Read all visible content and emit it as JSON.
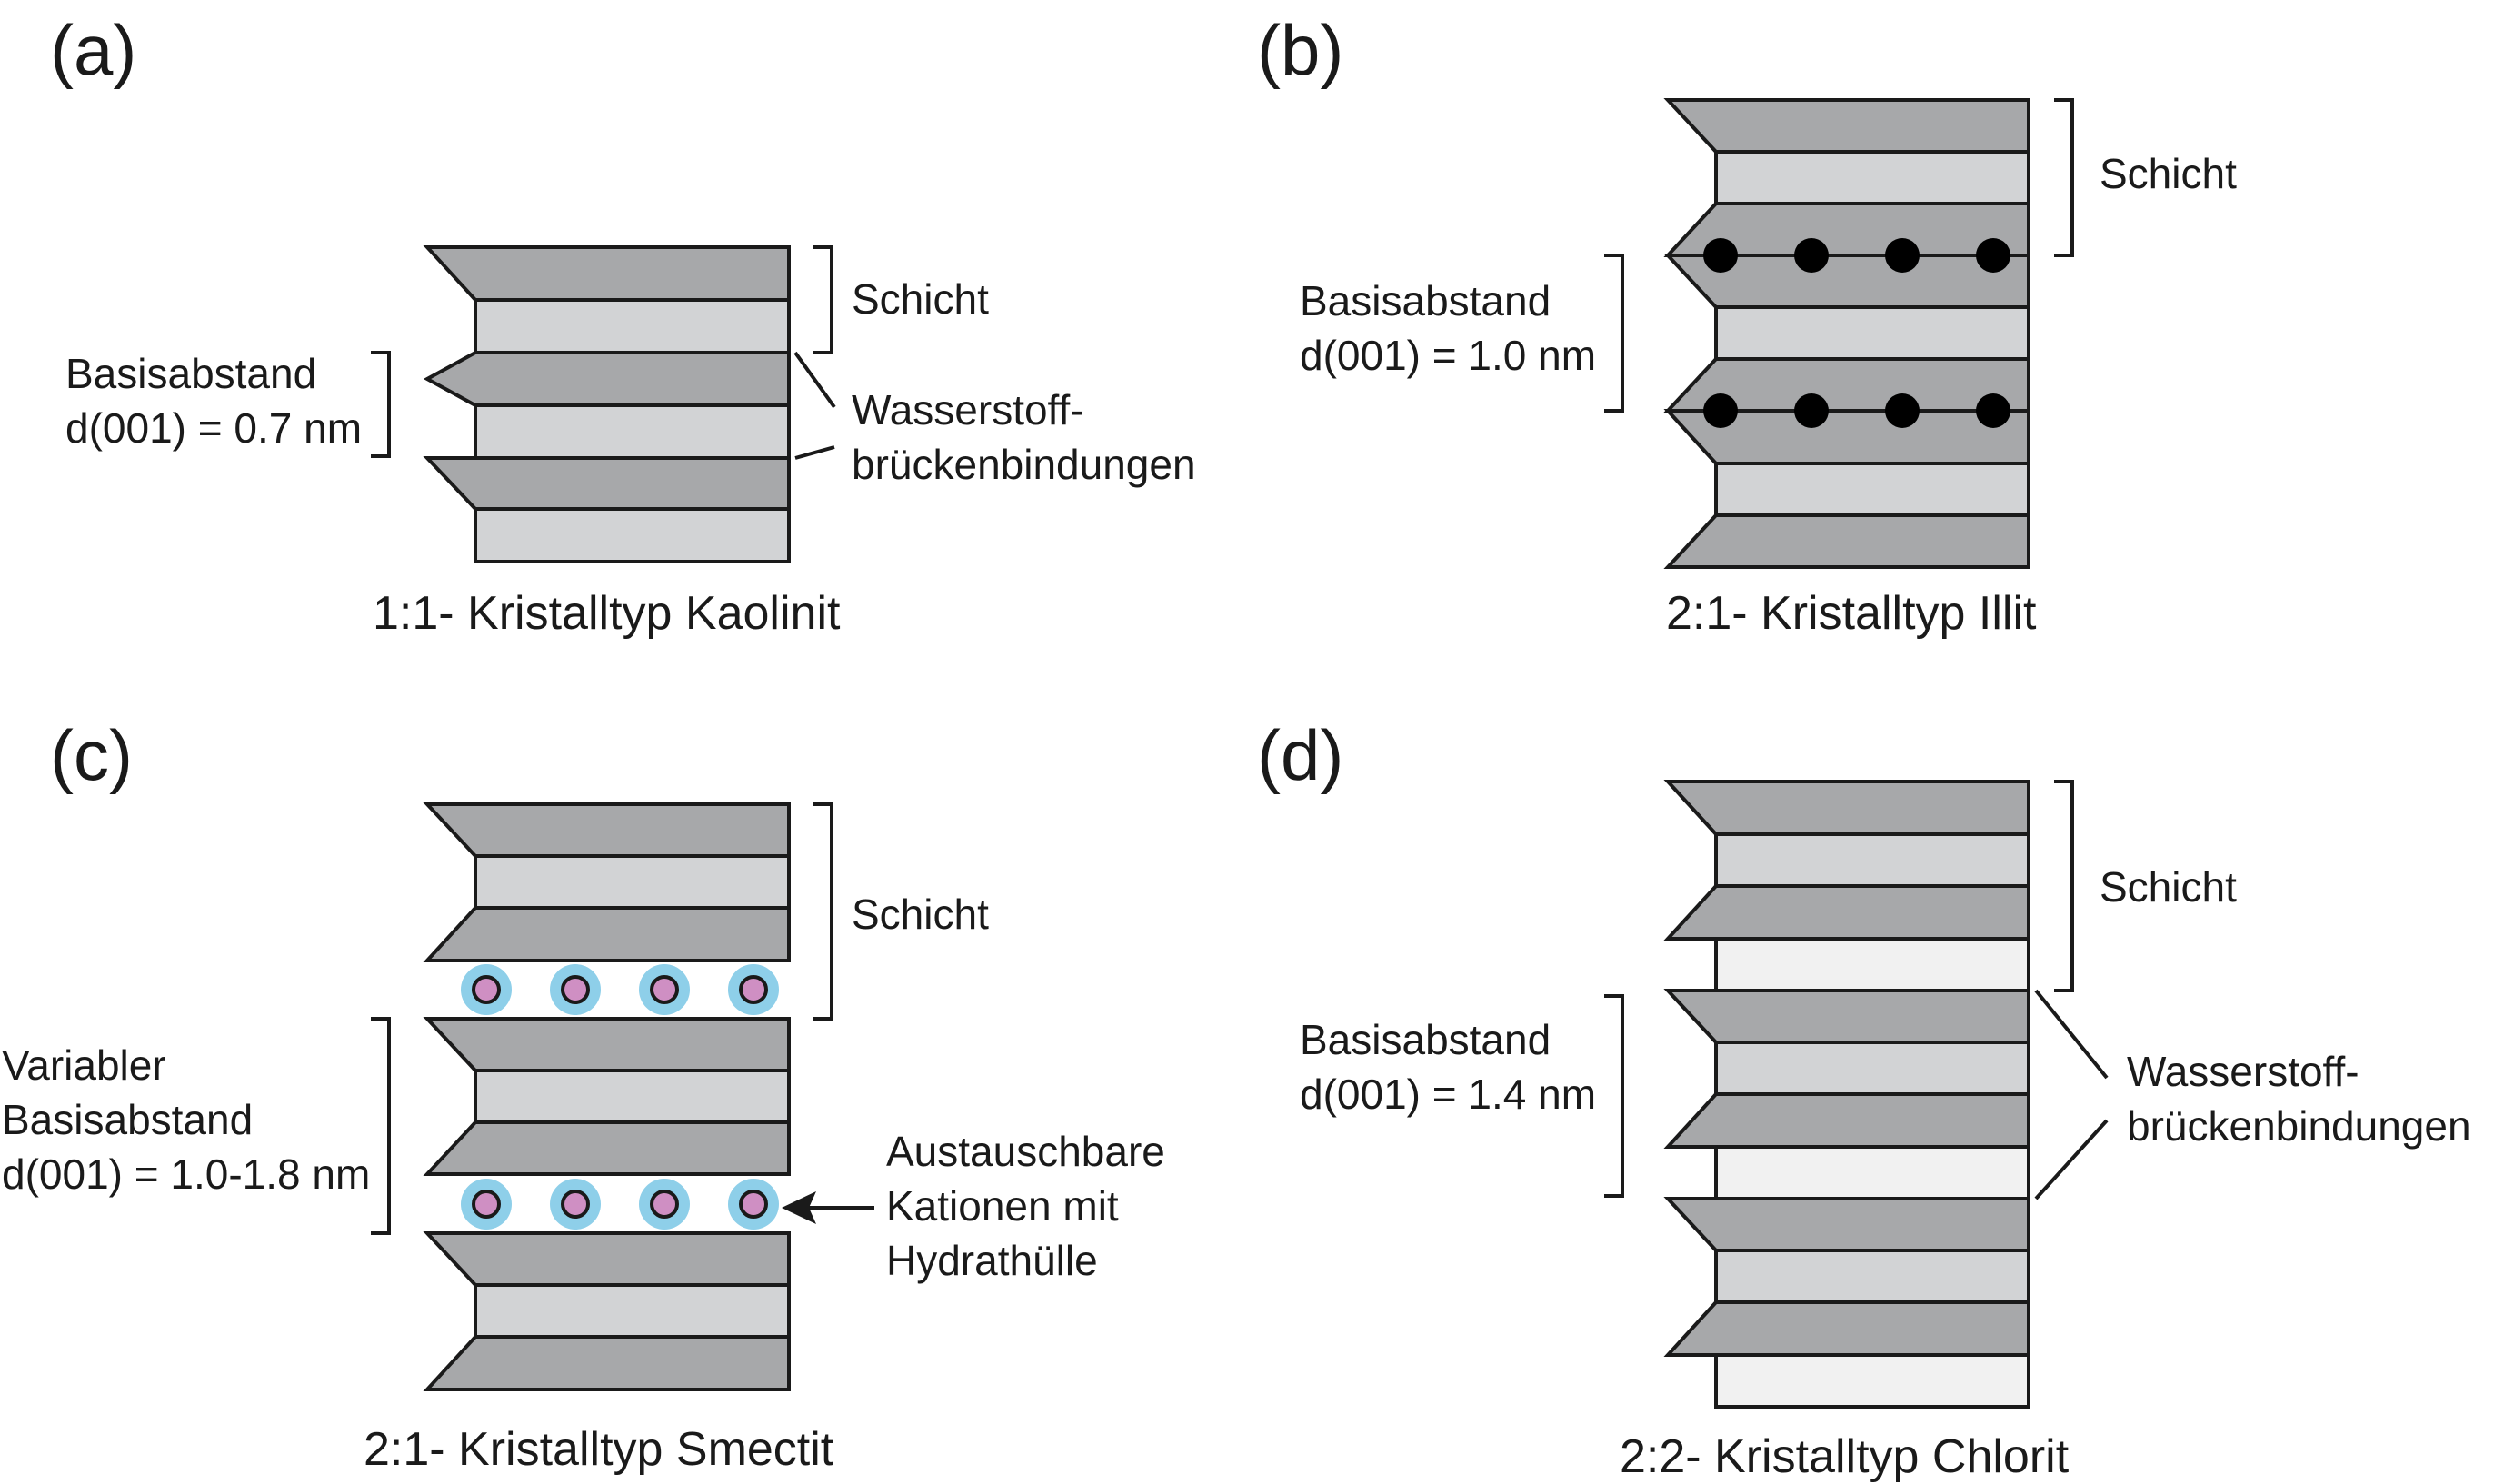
{
  "panels": {
    "a": {
      "label": "(a)",
      "caption": "1:1- Kristalltyp Kaolinit",
      "layer_label": "Schicht",
      "basal_label": "Basisabstand",
      "basal_value": "d(001) = 0.7 nm",
      "hbond_line1": "Wasserstoff-",
      "hbond_line2": "brückenbindungen"
    },
    "b": {
      "label": "(b)",
      "caption": "2:1- Kristalltyp Illit",
      "layer_label": "Schicht",
      "basal_label": "Basisabstand",
      "basal_value": "d(001) = 1.0 nm"
    },
    "c": {
      "label": "(c)",
      "caption": "2:1- Kristalltyp Smectit",
      "layer_label": "Schicht",
      "basal_line1": "Variabler",
      "basal_line2": "Basisabstand",
      "basal_value": "d(001) = 1.0-1.8 nm",
      "cation_line1": "Austauschbare",
      "cation_line2": "Kationen mit",
      "cation_line3": "Hydrathülle"
    },
    "d": {
      "label": "(d)",
      "caption": "2:2- Kristalltyp Chlorit",
      "layer_label": "Schicht",
      "basal_label": "Basisabstand",
      "basal_value": "d(001) = 1.4 nm",
      "hbond_line1": "Wasserstoff-",
      "hbond_line2": "brückenbindungen"
    }
  },
  "colors": {
    "tetrahedral_sheet": "#a7a8aa",
    "octahedral_sheet": "#d2d3d5",
    "brucite_sheet": "#f1f1f1",
    "cation_hydration_shell": "#8ecfe9",
    "cation": "#cf8fc3",
    "interlayer_potassium": "#000000"
  }
}
